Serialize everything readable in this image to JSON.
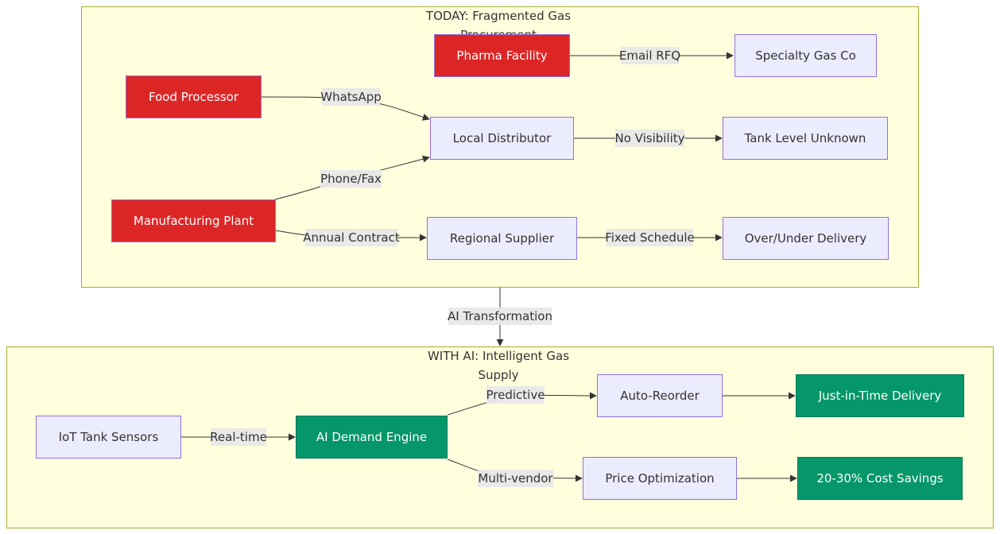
{
  "clusters": {
    "today": {
      "title_line1": "TODAY: Fragmented Gas",
      "title_line2": "Procurement"
    },
    "with_ai": {
      "title_line1": "WITH AI: Intelligent Gas",
      "title_line2": "Supply"
    }
  },
  "nodes": {
    "pharma_facility": "Pharma Facility",
    "specialty_gas_co": "Specialty Gas Co",
    "food_processor": "Food Processor",
    "local_distributor": "Local Distributor",
    "tank_level_unknown": "Tank Level Unknown",
    "manufacturing_plant": "Manufacturing Plant",
    "regional_supplier": "Regional Supplier",
    "over_under_delivery": "Over/Under Delivery",
    "iot_tank_sensors": "IoT Tank Sensors",
    "ai_demand_engine": "AI Demand Engine",
    "auto_reorder": "Auto-Reorder",
    "just_in_time_delivery": "Just-in-Time Delivery",
    "price_optimization": "Price Optimization",
    "cost_savings": "20-30% Cost Savings"
  },
  "edges": {
    "email_rfq": "Email RFQ",
    "whatsapp": "WhatsApp",
    "phone_fax": "Phone/Fax",
    "no_visibility": "No Visibility",
    "annual_contract": "Annual Contract",
    "fixed_schedule": "Fixed Schedule",
    "ai_transformation": "AI Transformation",
    "real_time": "Real-time",
    "predictive": "Predictive",
    "multi_vendor": "Multi-vendor"
  },
  "colors": {
    "cluster_fill": "#ffffde",
    "cluster_stroke": "#aaaa33",
    "node_default_fill": "#ececff",
    "node_default_stroke": "#9370db",
    "node_legacy_fill": "#dc2626",
    "node_ai_fill": "#059669",
    "edge_stroke": "#333333",
    "edge_label_bg": "#e8e8e8"
  }
}
